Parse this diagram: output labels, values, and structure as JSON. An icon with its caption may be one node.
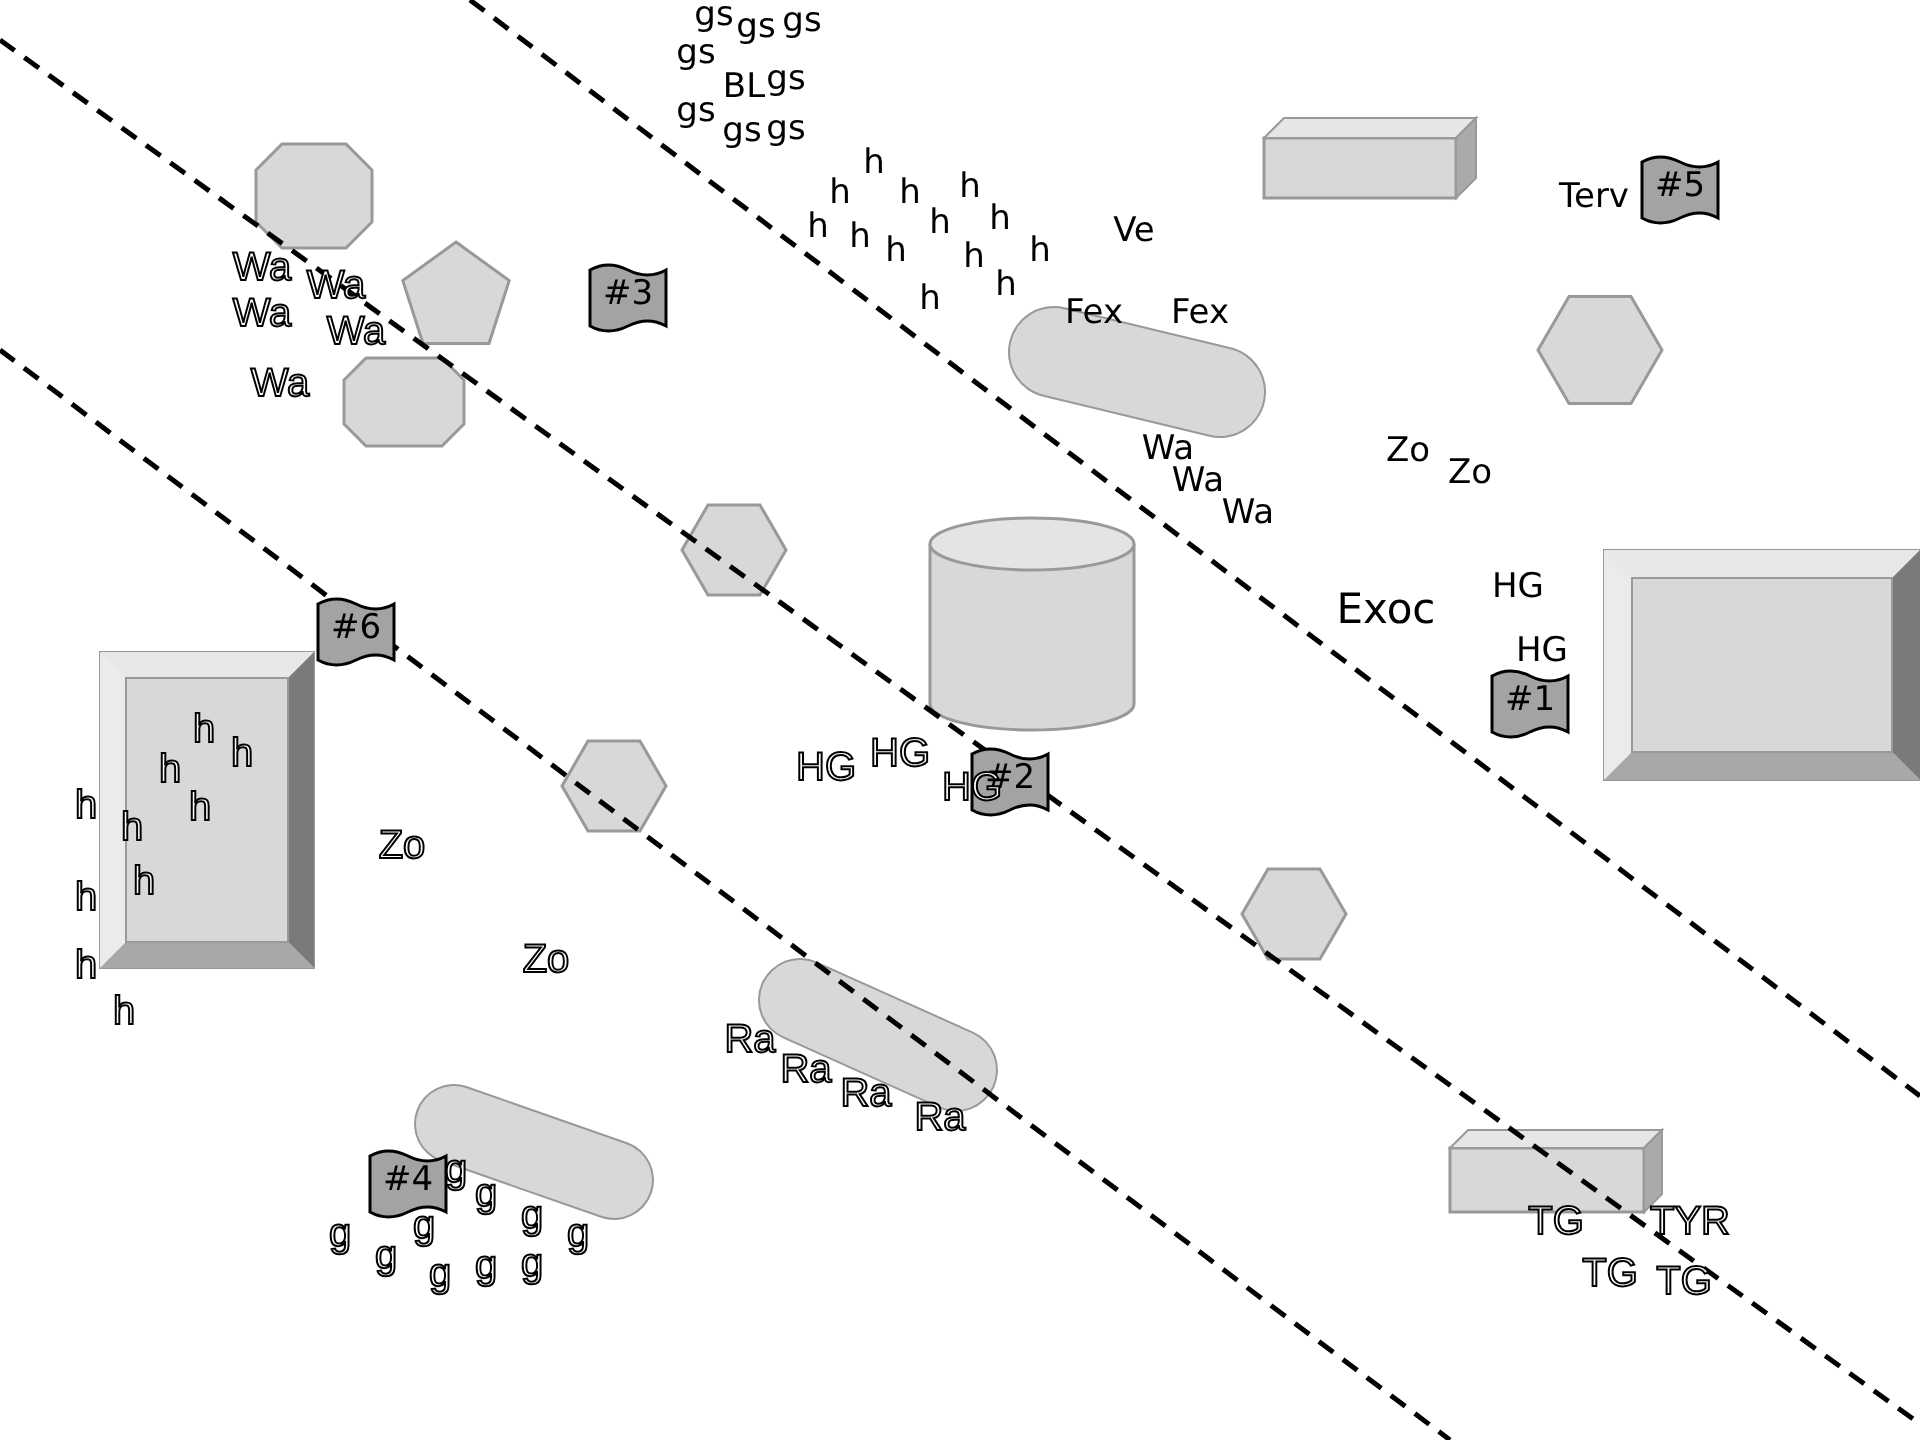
{
  "diagram": {
    "nodes": [
      {
        "text": [
          "#5"
        ]
      },
      {
        "text": [
          "#3"
        ]
      },
      {
        "text": [
          "#6"
        ]
      },
      {
        "text": [
          "#1"
        ]
      },
      {
        "text": [
          "#2"
        ]
      },
      {
        "text": [
          "#4"
        ]
      }
    ],
    "labels": [
      "gs",
      "gs",
      "gs",
      "gs",
      "BL",
      "gs",
      "gs",
      "gs",
      "gs",
      "h",
      "h",
      "h",
      "h",
      "h",
      "h",
      "h",
      "h",
      "Ve",
      "h",
      "h",
      "h",
      "Terv",
      "Wa",
      "Wa",
      "h",
      "h",
      "Wa",
      "Fex",
      "Fex",
      "Wa",
      "Wa",
      "Wa",
      "Zo",
      "Zo",
      "Wa",
      "Wa",
      "HG",
      "Exoc",
      "HG",
      "h",
      "h",
      "HG",
      "HG",
      "h",
      "HG",
      "h",
      "h",
      "h",
      "Zo",
      "h",
      "h",
      "Zo",
      "h",
      "h",
      "Ra",
      "Ra",
      "Ra",
      "Ra",
      "g",
      "g",
      "g",
      "TG",
      "TYR",
      "g",
      "g",
      "g",
      "g",
      "g",
      "g",
      "g",
      "TG",
      "TG"
    ]
  }
}
